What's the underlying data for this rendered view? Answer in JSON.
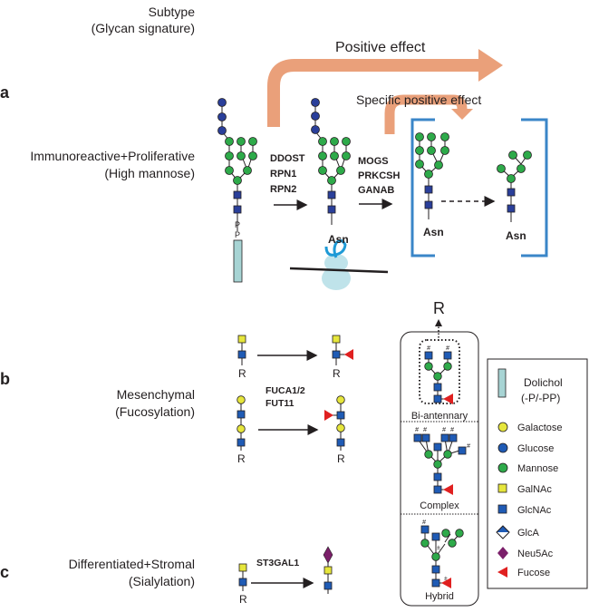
{
  "header": {
    "line1": "Subtype",
    "line2": "(Glycan signature)"
  },
  "colors": {
    "glucose": "#2a3f9a",
    "mannose": "#2eaa4a",
    "glcnac": "#1f5bb5",
    "galactose": "#e6e63c",
    "galnac": "#e6e63c",
    "fucose": "#e02020",
    "neu5ac": "#7b1f6a",
    "dolichol": "#a7d4d4",
    "orange_arrow": "#eaa07a",
    "blue_bracket": "#3a86c8",
    "ribosome": "#bfe3ea"
  },
  "panel_a": {
    "letter": "a",
    "subtype": "Immunoreactive+Proliferative",
    "signature": "(High mannose)",
    "positive_effect": "Positive effect",
    "specific_positive_effect": "Specific positive effect",
    "enzymes_1": [
      "DDOST",
      "RPN1",
      "RPN2"
    ],
    "enzymes_2": [
      "MOGS",
      "PRKCSH",
      "GANAB"
    ],
    "phosphate_labels": [
      "P",
      "P"
    ],
    "asn_label": "Asn"
  },
  "panel_b": {
    "letter": "b",
    "subtype": "Mesenchymal",
    "signature": "(Fucosylation)",
    "enzymes": [
      "FUCA1/2",
      "FUT11"
    ],
    "r_label": "R"
  },
  "panel_c": {
    "letter": "c",
    "subtype": "Differentiated+Stromal",
    "signature": "(Sialylation)",
    "enzymes": [
      "ST3GAL1"
    ],
    "r_label": "R"
  },
  "glycan_types": {
    "r_label": "R",
    "hash": "#",
    "pm": "±",
    "types": [
      "Bi-antennary",
      "Complex",
      "Hybrid"
    ]
  },
  "legend": {
    "items": [
      {
        "name": "Dolichol",
        "sub": "(-P/-PP)",
        "shape": "rect"
      },
      {
        "name": "Galactose",
        "shape": "circle"
      },
      {
        "name": "Glucose",
        "shape": "circle"
      },
      {
        "name": "Mannose",
        "shape": "circle"
      },
      {
        "name": "GalNAc",
        "shape": "square"
      },
      {
        "name": "GlcNAc",
        "shape": "square"
      },
      {
        "name": "GlcA",
        "shape": "diamond-half"
      },
      {
        "name": "Neu5Ac",
        "shape": "diamond"
      },
      {
        "name": "Fucose",
        "shape": "triangle"
      }
    ]
  }
}
